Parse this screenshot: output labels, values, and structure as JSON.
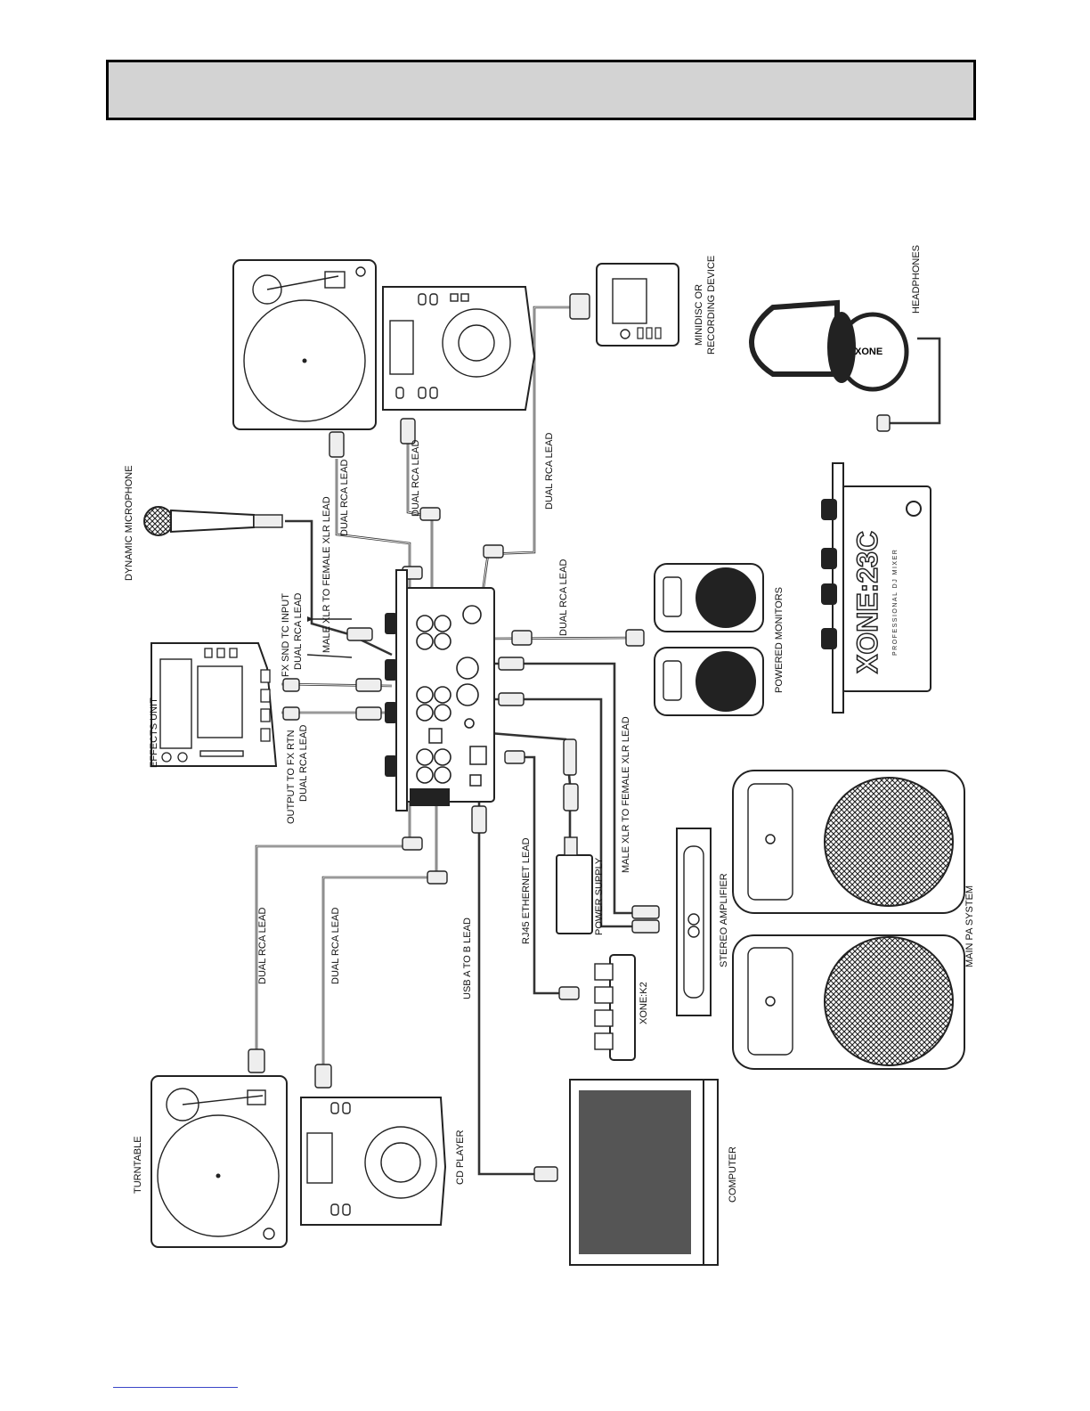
{
  "header": {
    "title": ""
  },
  "devices": {
    "dynamic_microphone": "DYNAMIC MICROPHONE",
    "effects_unit": "EFFECTS UNIT",
    "output_to_fx_rtn": "OUTPUT TO FX RTN",
    "output_to_fx_rtn_lead": "DUAL RCA LEAD",
    "fx_snd_tc_input": "FX SND TC INPUT",
    "fx_snd_tc_input_lead": "DUAL RCA LEAD",
    "turntable": "TURNTABLE",
    "cd_player": "CD PLAYER",
    "computer": "COMPUTER",
    "xone_k2": "XONE:K2",
    "power_supply": "POWER SUPPLY",
    "stereo_amplifier": "STEREO AMPLIFIER",
    "main_pa_system": "MAIN PA SYSTEM",
    "powered_monitors": "POWERED MONITORS",
    "headphones": "HEADPHONES",
    "minidisc_line1": "MINIDISC OR",
    "minidisc_line2": "RECORDING DEVICE",
    "mixer_logo": "XONE:23C",
    "mixer_tagline": "PROFESSIONAL DJ MIXER"
  },
  "cables": {
    "mic_lead": "MALE XLR TO FEMALE XLR LEAD",
    "top_turntable_lead": "DUAL RCA LEAD",
    "top_cd_lead": "DUAL RCA LEAD",
    "minidisc_lead": "DUAL RCA LEAD",
    "monitor_lead": "DUAL RCA LEAD",
    "amp_lead": "MALE XLR TO FEMALE XLR LEAD",
    "bottom_turntable_lead": "DUAL RCA LEAD",
    "bottom_cd_lead": "DUAL RCA LEAD",
    "usb_lead": "USB A TO B LEAD",
    "ethernet_lead": "RJ45 ETHERNET LEAD"
  }
}
